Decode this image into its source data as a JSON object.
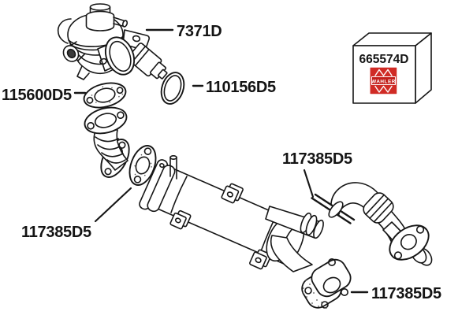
{
  "diagram": {
    "background_color": "#ffffff",
    "line_color": "#161616"
  },
  "callouts": {
    "valve": "7371D",
    "o_ring": "110156D5",
    "valve_gasket": "115600D5",
    "downpipe_gasket": "117385D5",
    "connector_gasket": "117385D5",
    "outlet_gasket": "117385D5"
  },
  "box": {
    "part_number": "665574D",
    "logo": {
      "brand": "WAHLER",
      "red": "#d02b25",
      "band_red": "#c21f1b",
      "text_color": "#ffffff"
    }
  }
}
